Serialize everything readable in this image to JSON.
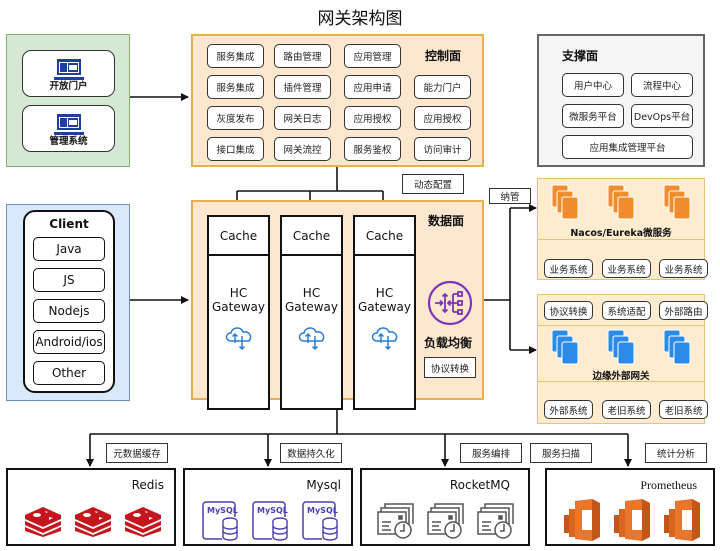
{
  "title": "网关架构图",
  "portals": [
    {
      "label": "开放门户",
      "icon": "laptop-icon"
    },
    {
      "label": "管理系统",
      "icon": "laptop-icon"
    }
  ],
  "control_plane": {
    "title": "控制面",
    "rows": [
      [
        "服务集成",
        "路由管理",
        "应用管理"
      ],
      [
        "服务集成",
        "插件管理",
        "应用申请",
        "能力门户"
      ],
      [
        "灰度发布",
        "网关日志",
        "应用授权",
        "应用授权"
      ],
      [
        "接口集成",
        "网关流控",
        "服务鉴权",
        "访问审计"
      ]
    ]
  },
  "support_plane": {
    "title": "支撑面",
    "items": [
      "用户中心",
      "流程中心",
      "微服务平台",
      "DevOps平台",
      "应用集成管理平台"
    ]
  },
  "client": {
    "title": "Client",
    "items": [
      "Java",
      "JS",
      "Nodejs",
      "Android/ios",
      "Other"
    ]
  },
  "dynamic_config_label": "动态配置",
  "data_plane": {
    "title": "数据面",
    "gateways": [
      {
        "cache": "Cache",
        "name_line1": "HC",
        "name_line2": "Gateway"
      },
      {
        "cache": "Cache",
        "name_line1": "HC",
        "name_line2": "Gateway"
      },
      {
        "cache": "Cache",
        "name_line1": "HC",
        "name_line2": "Gateway"
      }
    ],
    "load_balance_label": "负载均衡",
    "protocol_label": "协议转换"
  },
  "manage_label": "纳管",
  "microservices": {
    "title": "Nacos/Eureka微服务",
    "systems": [
      "业务系统",
      "业务系统",
      "业务系统"
    ],
    "color": "#f08c2e"
  },
  "edge_gateway": {
    "title": "边缘外部网关",
    "features": [
      "协议转换",
      "系统适配",
      "外部路由"
    ],
    "systems": [
      "外部系统",
      "老旧系统",
      "老旧系统"
    ],
    "color": "#2b8be8"
  },
  "storage": [
    {
      "title": "Redis",
      "edge_labels": [
        "元数据缓存"
      ],
      "icon": "redis-icon",
      "color": "#c4161c"
    },
    {
      "title": "Mysql",
      "edge_labels": [
        "数据持久化"
      ],
      "icon": "mysql-icon",
      "color": "#4b3fb0",
      "icon_text": "MySQL"
    },
    {
      "title": "RocketMQ",
      "edge_labels": [
        "服务编排",
        "服务扫描"
      ],
      "icon": "message-queue-icon",
      "color": "#555555"
    },
    {
      "title": "Prometheus",
      "edge_labels": [
        "统计分析"
      ],
      "icon": "prometheus-icon",
      "color": "#e8762d"
    }
  ]
}
